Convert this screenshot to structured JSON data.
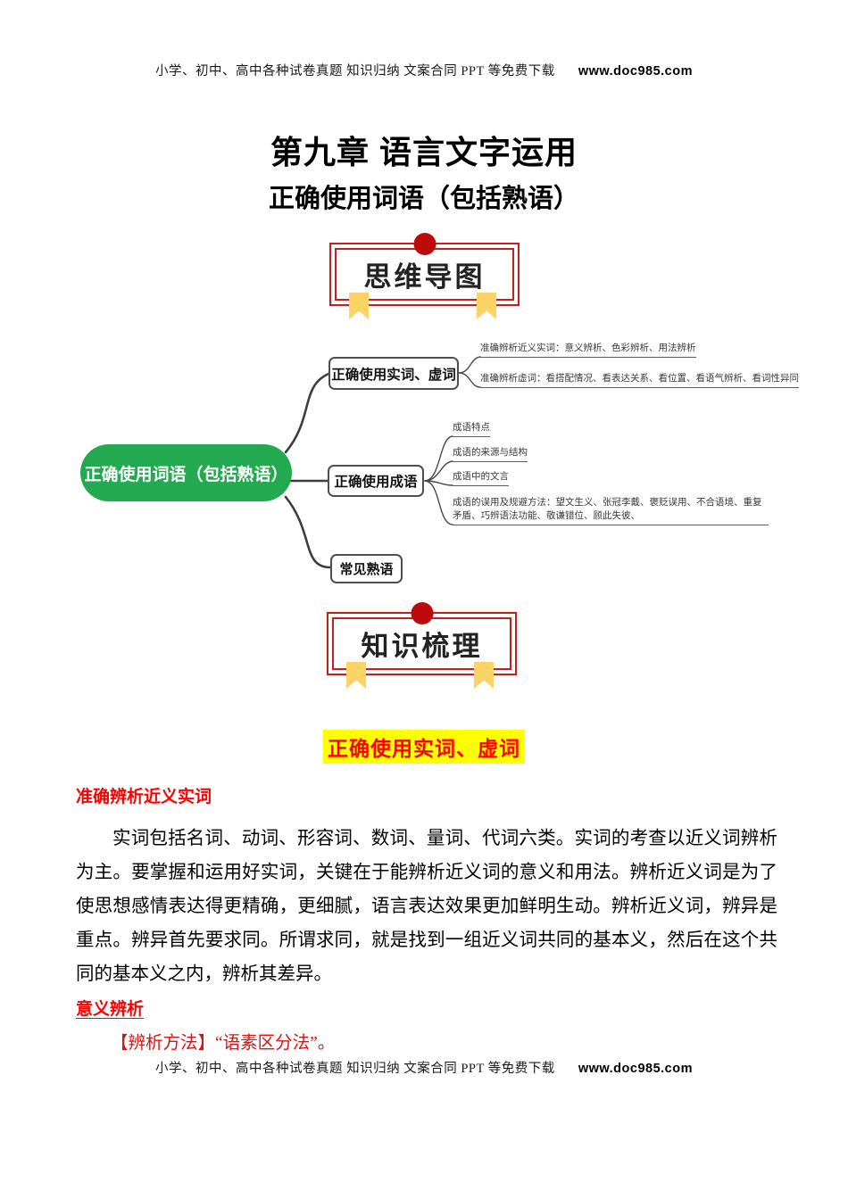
{
  "header": {
    "text": "小学、初中、高中各种试卷真题 知识归纳 文案合同 PPT 等免费下载",
    "url": "www.doc985.com"
  },
  "footer": {
    "text": "小学、初中、高中各种试卷真题 知识归纳 文案合同 PPT 等免费下载",
    "url": "www.doc985.com"
  },
  "titles": {
    "chapter": "第九章 语言文字运用",
    "section": "正确使用词语（包括熟语）"
  },
  "banners": {
    "mindmap": "思维导图",
    "knowledge": "知识梳理"
  },
  "mindmap": {
    "root": {
      "label": "正确使用词语（包括熟语）"
    },
    "branches": [
      {
        "label": "正确使用实词、虚词",
        "leaves": [
          "准确辨析近义实词：意义辨析、色彩辨析、用法辨析",
          "准确辨析虚词：看搭配情况、看表达关系、看位置、看语气辨析、看词性异同"
        ]
      },
      {
        "label": "正确使用成语",
        "leaves": [
          "成语特点",
          "成语的来源与结构",
          "成语中的文言",
          "成语的误用及规避方法：望文生义、张冠李戴、褒贬误用、不合语境、重复矛盾、巧辨语法功能、敬谦错位、顾此失彼、"
        ]
      },
      {
        "label": "常见熟语",
        "leaves": []
      }
    ]
  },
  "content": {
    "highlight_heading": "正确使用实词、虚词",
    "subheading1": "准确辨析近义实词",
    "paragraph1": "实词包括名词、动词、形容词、数词、量词、代词六类。实词的考查以近义词辨析为主。要掌握和运用好实词，关键在于能辨析近义词的意义和用法。辨析近义词是为了使思想感情表达得更精确，更细腻，语言表达效果更加鲜明生动。辨析近义词，辨异是重点。辨异首先要求同。所谓求同，就是找到一组近义词共同的基本义，然后在这个共同的基本义之内，辨析其差异。",
    "subheading2": "意义辨析",
    "method_line": "【辨析方法】“语素区分法”。"
  },
  "colors": {
    "root_green": "#23a94f",
    "banner_red": "#c42020",
    "circle_red": "#bd0b0b",
    "ribbon_yellow": "#fbd465",
    "highlight_bg": "#ffff00",
    "heading_red": "#fe0000",
    "line_gray": "#3d3d3d"
  }
}
